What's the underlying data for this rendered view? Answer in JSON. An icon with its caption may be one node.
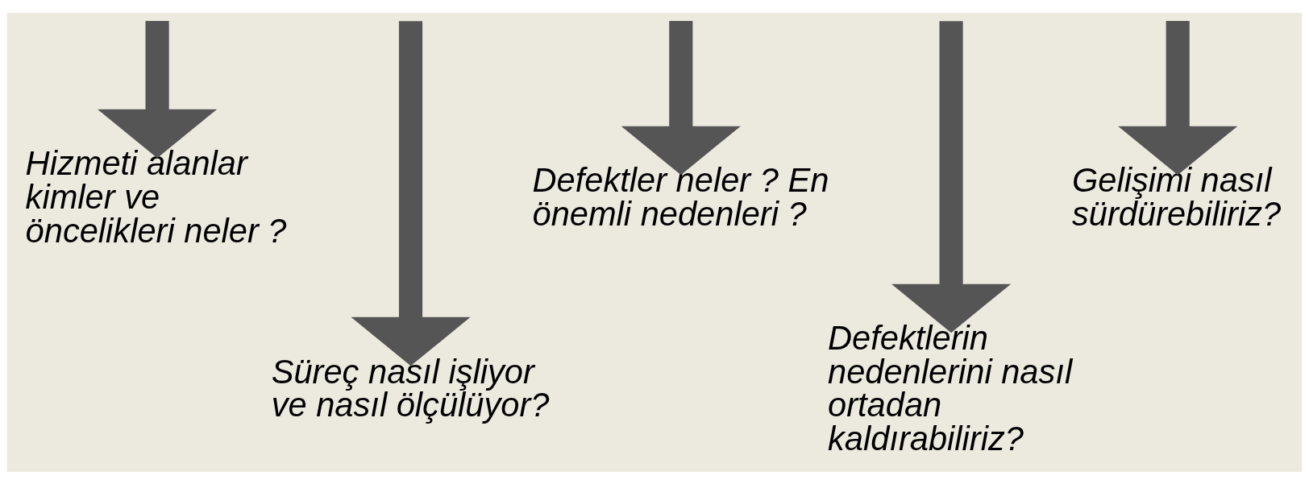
{
  "diagram": {
    "nodes": [
      {
        "text": [
          "Hizmeti alanlar kimler ve öncelikleri neler ?"
        ]
      },
      {
        "text": [
          "Süreç nasıl işliyor ve nasıl ölçülüyor?"
        ]
      },
      {
        "text": [
          "Defektler neler ? En önemli nedenleri ?"
        ]
      },
      {
        "text": [
          "Defektlerin nedenlerini nasıl ortadan kaldırabiliriz?"
        ]
      },
      {
        "text": [
          "Gelişimi nasıl sürdürebiliriz?"
        ]
      }
    ],
    "edges": [
      {
        "from": null,
        "to": 0,
        "arrow": "to"
      },
      {
        "from": null,
        "to": 1,
        "arrow": "to"
      },
      {
        "from": null,
        "to": 2,
        "arrow": "to"
      },
      {
        "from": null,
        "to": 3,
        "arrow": "to"
      },
      {
        "from": null,
        "to": 4,
        "arrow": "to"
      }
    ]
  }
}
